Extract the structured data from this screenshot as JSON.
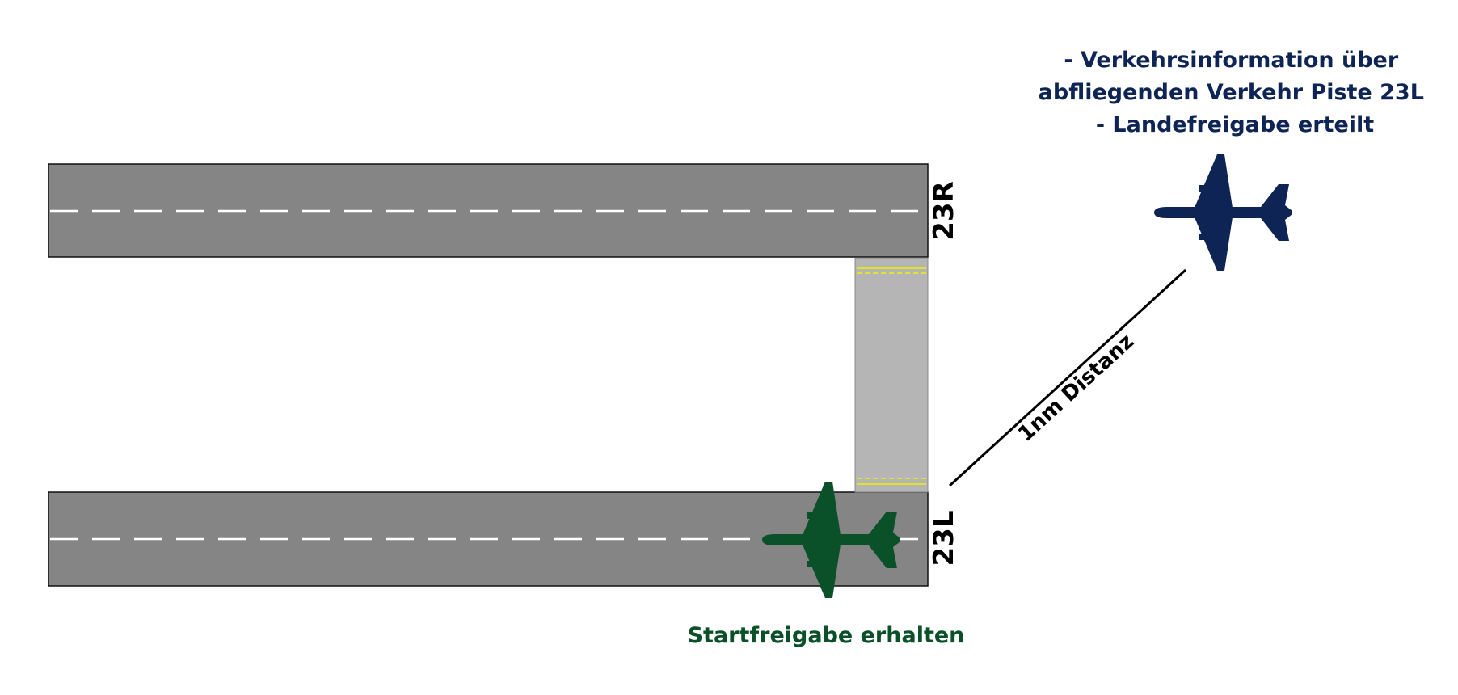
{
  "runways": {
    "upper": {
      "designator": "23R"
    },
    "lower": {
      "designator": "23L"
    }
  },
  "annotations": {
    "landing_aircraft_lines": [
      "- Verkehrsinformation über",
      "abfliegenden Verkehr Piste 23L",
      "- Landefreigabe erteilt"
    ],
    "departing_aircraft": "Startfreigabe erhalten",
    "distance": "1nm Distanz"
  },
  "colors": {
    "runway": "#858585",
    "taxiway": "#b5b5b5",
    "centerline": "#ffffff",
    "taxiway_marking": "#f2f200",
    "landing_aircraft": "#0d2454",
    "departing_aircraft": "#0a5028",
    "label_dark": "#000000"
  },
  "icons": {
    "landing_aircraft": "airplane-icon",
    "departing_aircraft": "airplane-icon"
  }
}
